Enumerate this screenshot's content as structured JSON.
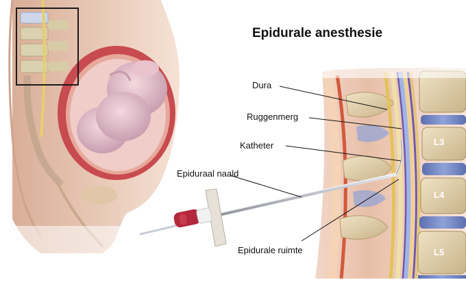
{
  "title": "Epidurale anesthesie",
  "labels": {
    "dura": "Dura",
    "spinal_cord": "Ruggenmerg",
    "catheter": "Katheter",
    "needle": "Epiduraal naald",
    "epidural_space": "Epidurale ruimte"
  },
  "vertebrae": [
    "L3",
    "L4",
    "L5"
  ],
  "colors": {
    "skin": "#e9c6ad",
    "uterus": "#c6454a",
    "bone": "#e6d6b1",
    "disc": "#7f93c4",
    "dura": "#8a6db8",
    "ligament": "#e3c35a",
    "syringe_hub": "#b3283c"
  }
}
